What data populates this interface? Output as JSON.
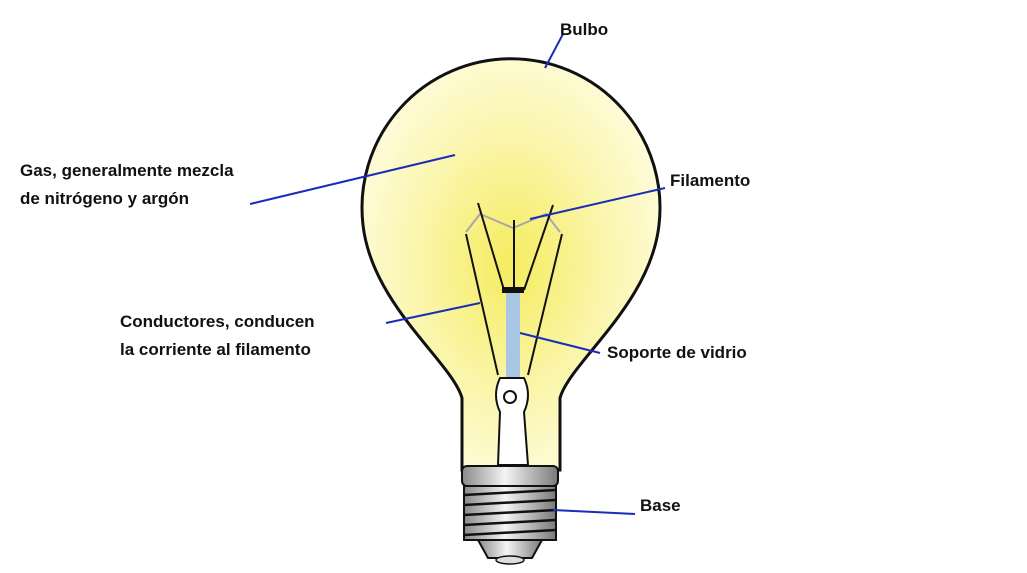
{
  "labels": {
    "bulb": "Bulbo",
    "gas_line1": "Gas, generalmente mezcla",
    "gas_line2": "de nitrógeno y argón",
    "filament": "Filamento",
    "conductors_line1": "Conductores, conducen",
    "conductors_line2": "la corriente al filamento",
    "glass_support": "Soporte de vidrio",
    "base": "Base"
  },
  "colors": {
    "leader_line": "#1a2db8",
    "bulb_glow_center": "#f6ee6a",
    "bulb_glow_edge": "#fffde8",
    "glass_support": "#a9c6e4",
    "filament": "#a8a8a8"
  }
}
